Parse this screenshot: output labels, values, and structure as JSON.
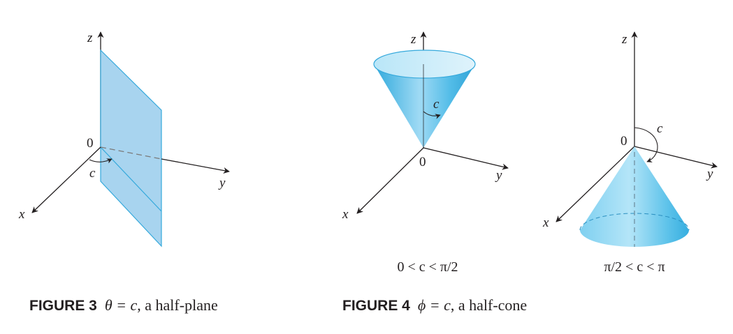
{
  "figure3": {
    "axes": {
      "z": "z",
      "x": "x",
      "y": "y"
    },
    "origin": "0",
    "angle_label": "c",
    "caption": {
      "head": "FIGURE 3",
      "math": "θ = c",
      "text": ", a half-plane"
    }
  },
  "figure4": {
    "left_panel": {
      "axes": {
        "z": "z",
        "x": "x",
        "y": "y"
      },
      "origin": "0",
      "angle_label": "c",
      "condition": "0 < c < π/2"
    },
    "right_panel": {
      "axes": {
        "z": "z",
        "x": "x",
        "y": "y"
      },
      "origin": "0",
      "angle_label": "c",
      "condition": "π/2 < c < π"
    },
    "caption": {
      "head": "FIGURE 4",
      "math": "ϕ = c",
      "text": ", a half-cone"
    }
  },
  "colors": {
    "surface": "#a8d4ef",
    "surface_edge": "#35a9dc",
    "cone": "#5ac3ea",
    "axis": "#231f20"
  }
}
